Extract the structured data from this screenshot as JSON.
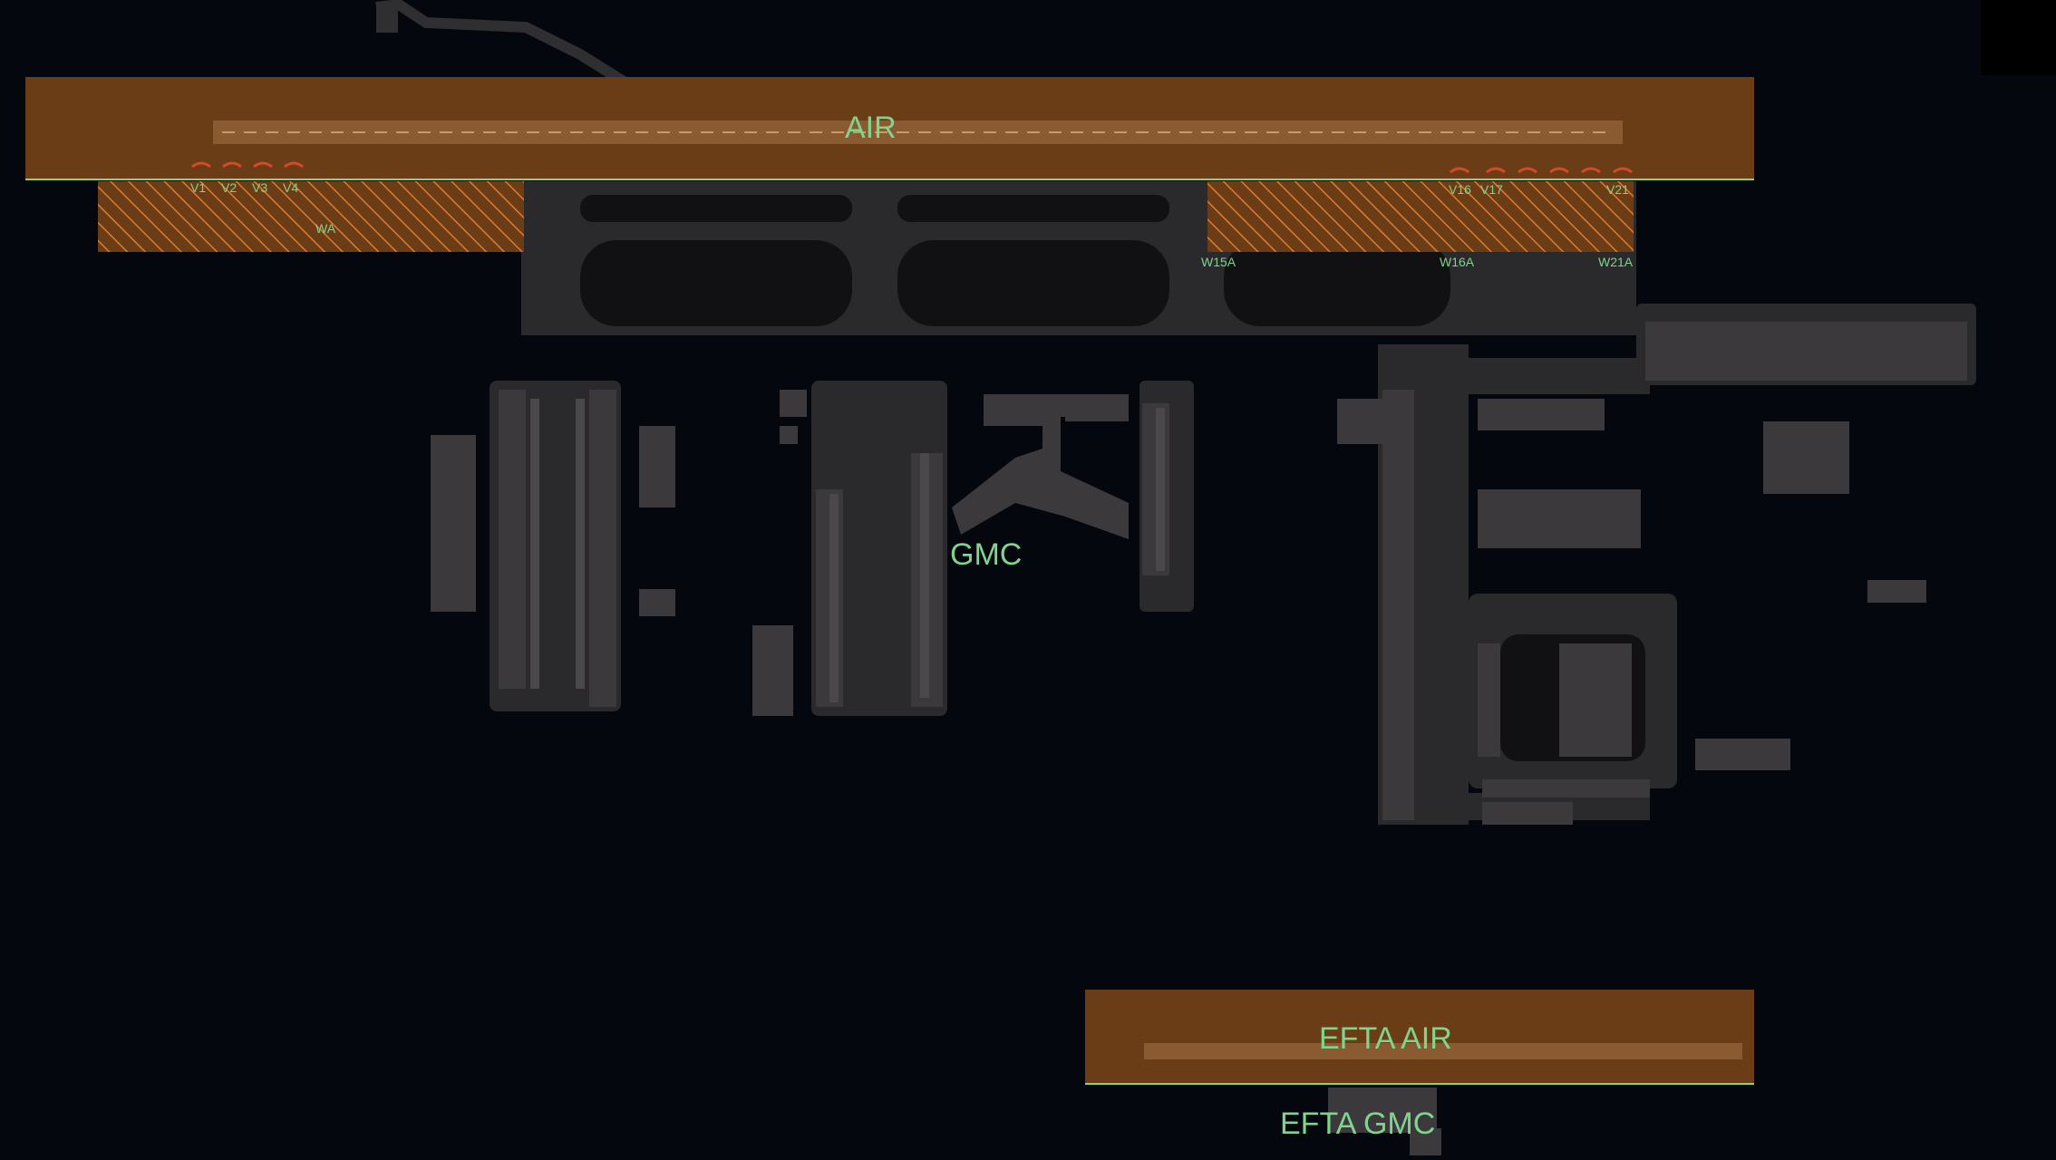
{
  "colors": {
    "background": "#04070d",
    "airfield": "#2a292b",
    "runway": "#6b3d16",
    "zone_outline": "#7fd48e",
    "hold_marker": "#d9482a",
    "label": "#7fd48e"
  },
  "zones": {
    "air": "AIR",
    "gmc": "GMC",
    "efta_air": "EFTA AIR",
    "efta_gmc": "EFTA GMC"
  },
  "holding_points": {
    "west": [
      "V1",
      "V2",
      "V3",
      "V4"
    ],
    "east": [
      "V16",
      "V17",
      "V21"
    ]
  },
  "apron_labels": {
    "wa": "WA",
    "w15a": "W15A",
    "w16a": "W16A",
    "w21a": "W21A"
  }
}
